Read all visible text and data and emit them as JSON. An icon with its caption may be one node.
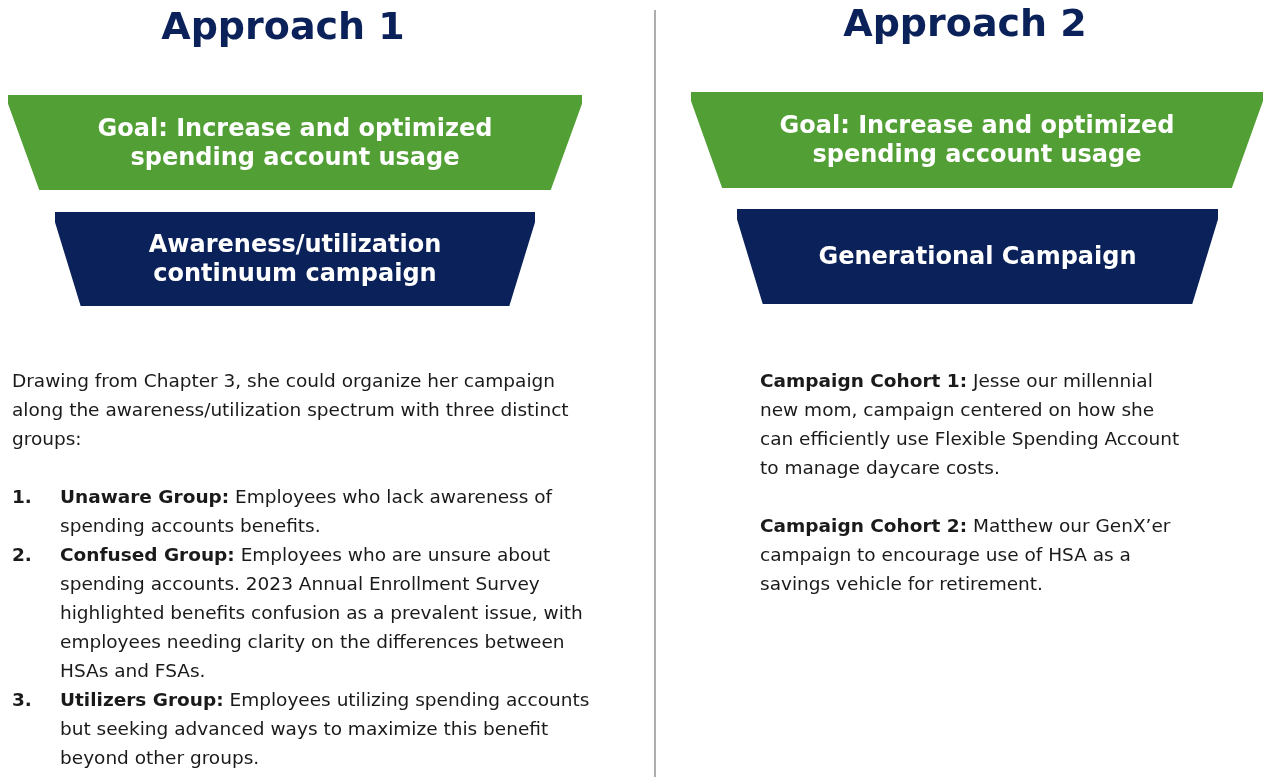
{
  "diagram": {
    "nodes": [
      {
        "text": [
          "Goal: Increase and optimized spending account usage"
        ]
      },
      {
        "text": [
          "Awareness/utilization continuum campaign"
        ]
      },
      {
        "text": [
          "Goal: Increase and optimized spending account usage"
        ]
      },
      {
        "text": [
          "Generational Campaign"
        ]
      }
    ],
    "labels": [
      "Approach 1",
      "Approach 2",
      "Drawing from Chapter 3, she could organize her campaign along the awareness/utilization spectrum with three distinct groups:",
      "1.",
      "**Unaware Group:** Employees who lack awareness of spending accounts benefits.",
      "2.",
      "**Confused Group:** Employees who are unsure about spending accounts. 2023 Annual Enrollment Survey highlighted benefits confusion as a prevalent issue, with employees needing clarity on the differences between HSAs and FSAs.",
      "3.",
      "**Utilizers Group:** Employees utilizing spending accounts but seeking advanced ways to maximize this benefit beyond other groups.",
      "**Campaign Cohort 1:** Jesse our millennial new mom, campaign centered on how she can efficiently use Flexible Spending Account to manage daycare costs.",
      "**Campaign Cohort 2:** Matthew our GenX’er campaign to encourage use of HSA as a savings vehicle for retirement."
    ]
  }
}
